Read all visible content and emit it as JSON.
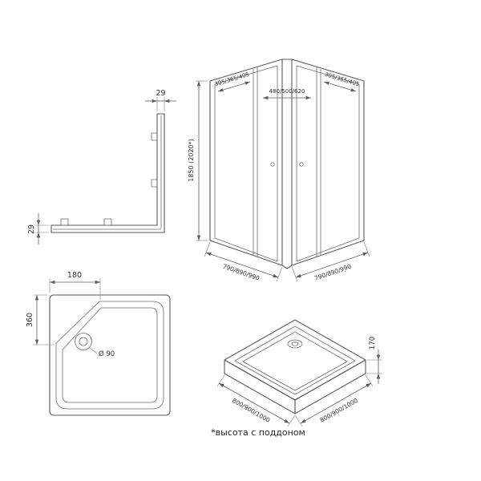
{
  "page": {
    "footnote": "*высота с поддоном",
    "background": "#ffffff"
  },
  "colors": {
    "line": "#5a5a5a",
    "text": "#2e2e2e"
  },
  "profile_view": {
    "width_label": "29",
    "height_label": "29"
  },
  "enclosure_view": {
    "height_label": "1850 (2020*)",
    "left_panel_label": "305/365/405",
    "door_label": "480/500/620",
    "right_panel_label": "305/365/405",
    "base_left_label": "790/890/990",
    "base_right_label": "790/890/990"
  },
  "tray_plan": {
    "chamfer_width_label": "180",
    "chamfer_height_label": "360",
    "drain_label": "Ø 90"
  },
  "tray_iso": {
    "height_label": "170",
    "base_left_label": "800/900/1000",
    "base_right_label": "800/900/1000"
  }
}
